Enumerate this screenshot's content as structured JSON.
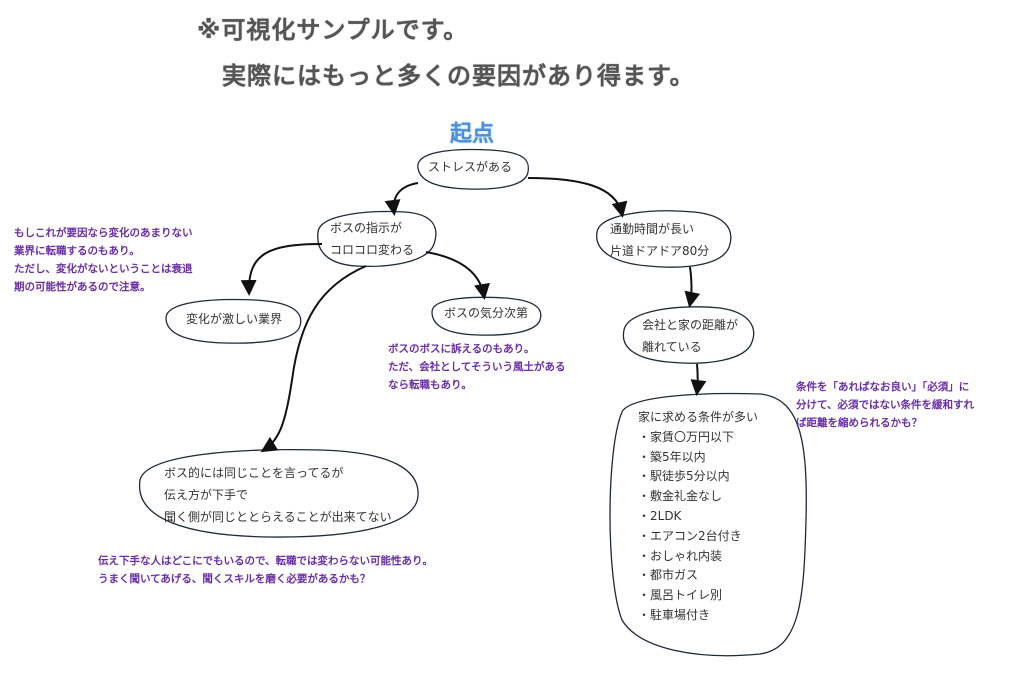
{
  "header": {
    "line1": "※可視化サンプルです。",
    "line2": "実際にはもっと多くの要因があり得ます。"
  },
  "start_label": "起点",
  "nodes": {
    "stress": {
      "lines": [
        "ストレスがある"
      ]
    },
    "boss_instructions": {
      "lines": [
        "ボスの指示が",
        "コロコロ変わる"
      ]
    },
    "commute": {
      "lines": [
        "通勤時間が長い",
        "片道ドアドア80分"
      ]
    },
    "industry_change": {
      "lines": [
        "変化が激しい業界"
      ]
    },
    "boss_mood": {
      "lines": [
        "ボスの気分次第"
      ]
    },
    "distance": {
      "lines": [
        "会社と家の距離が",
        "離れている"
      ]
    },
    "communication": {
      "lines": [
        "ボス的には同じことを言ってるが",
        "伝え方が下手で",
        "聞く側が同じととらえることが出来てない"
      ]
    },
    "home_conditions": {
      "lines": [
        "家に求める条件が多い",
        "・家賃〇万円以下",
        "・築5年以内",
        "・駅徒歩5分以内",
        "・敷金礼金なし",
        "・2LDK",
        "・エアコン2台付き",
        "・おしゃれ内装",
        "・都市ガス",
        "・風呂トイレ別",
        "・駐車場付き"
      ]
    }
  },
  "notes": {
    "industry": [
      "もしこれが要因なら変化のあまりない",
      "業界に転職するのもあり。",
      "ただし、変化がないということは衰退",
      "期の可能性があるので注意。"
    ],
    "boss_mood": [
      "ボスのボスに訴えるのもあり。",
      "ただ、会社としてそういう風土がある",
      "なら転職もあり。"
    ],
    "conditions": [
      "条件を「あればなお良い」「必須」に",
      "分けて、必須ではない条件を緩和すれ",
      "ば距離を縮められるかも？"
    ],
    "communication": [
      "伝え下手な人はどこにでもいるので、転職では変わらない可能性あり。",
      "うまく聞いてあげる、聞くスキルを磨く必要があるかも？"
    ]
  },
  "colors": {
    "note": "#6a2fa8",
    "start_label": "#4a90d9",
    "stroke": "#1f2a3a"
  }
}
